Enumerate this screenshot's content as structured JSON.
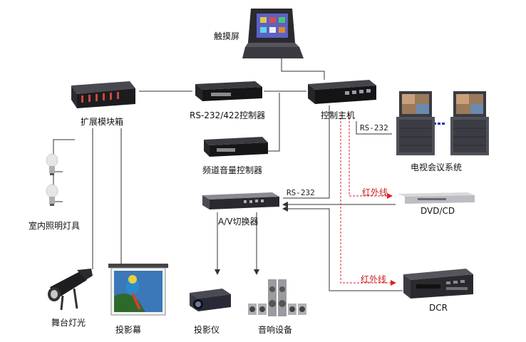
{
  "devices": {
    "touch_screen": "触摸屏",
    "expansion_box": "扩展模块箱",
    "rs_controller": "RS-232/422控制器",
    "channel_volume": "频道音量控制器",
    "main_controller": "控制主机",
    "video_conference": "电视会议系统",
    "room_lights": "室内照明灯具",
    "av_switcher": "A/V切换器",
    "dvd": "DVD/CD",
    "stage_light": "舞台灯光",
    "projection_screen": "投影幕",
    "projector": "投影仪",
    "audio_equipment": "音响设备",
    "dcr": "DCR"
  },
  "wires": {
    "rs232_conference": "RS-232",
    "rs232_switcher": "RS-232",
    "ir_dvd": "红外线",
    "ir_dcr": "红外线"
  },
  "colors": {
    "wire": "#333333",
    "infrared": "#dd2222",
    "device_dark": "#1e1e22",
    "accent_blue": "#2233aa"
  }
}
